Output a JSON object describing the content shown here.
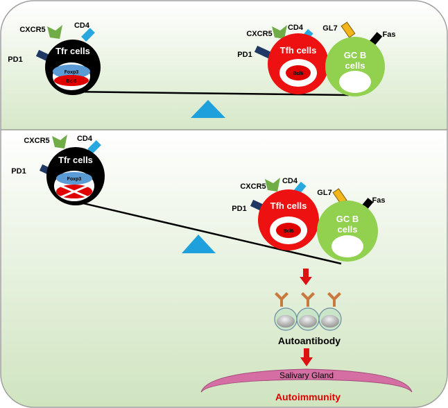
{
  "top_panel": {
    "tfr": {
      "title": "Tfr cells",
      "foxp3": "Foxp3",
      "bcl6": "Bcl6",
      "cxcr5": "CXCR5",
      "cd4": "CD4",
      "pd1": "PD1"
    },
    "tfh": {
      "title": "Tfh cells",
      "bcl6": "Bcl6",
      "cxcr5": "CXCR5",
      "cd4": "CD4",
      "pd1": "PD1"
    },
    "gcb": {
      "title_line1": "GC B",
      "title_line2": "cells",
      "gl7": "GL7",
      "fas": "Fas"
    }
  },
  "bottom_panel": {
    "tfr": {
      "title": "Tfr cells",
      "foxp3": "Foxp3",
      "cxcr5": "CXCR5",
      "cd4": "CD4",
      "pd1": "PD1"
    },
    "tfh": {
      "title": "Tfh cells",
      "bcl6": "Bcl6",
      "cxcr5": "CXCR5",
      "cd4": "CD4",
      "pd1": "PD1"
    },
    "gcb": {
      "title_line1": "GC B",
      "title_line2": "cells",
      "gl7": "GL7",
      "fas": "Fas"
    },
    "autoantibody": "Autoantibody",
    "salivary_gland": "Salivary Gland",
    "autoimmunity": "Autoimmunity"
  },
  "colors": {
    "panel_top": "#ffffff",
    "panel_bottom": "#d6e8c8",
    "tfr_cell": "#000000",
    "tfh_cell": "#ee1111",
    "gcb_cell": "#92d050",
    "foxp3": "#5b9bd5",
    "bcl6": "#e00000",
    "fulcrum": "#1ea0dc",
    "cxcr5": "#70ad47",
    "cd4": "#29a8e0",
    "pd1": "#1f3864",
    "gl7": "#f2b61a",
    "fas": "#000000",
    "antibody": "#c87a3e",
    "arrow": "#dd1111",
    "gland": "#d56fa3",
    "autoimmunity_text": "#e00000"
  }
}
